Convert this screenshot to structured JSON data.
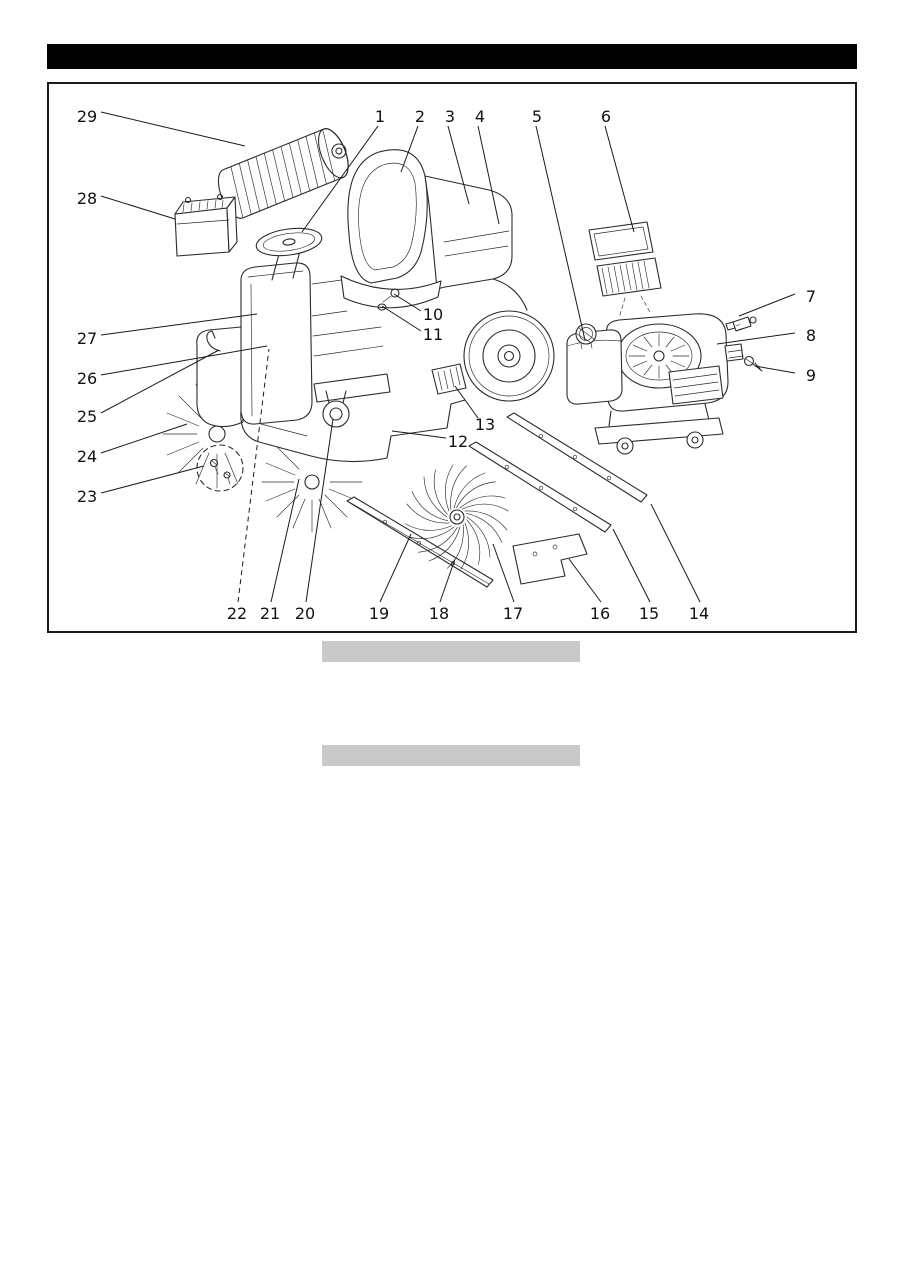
{
  "colors": {
    "paper": "#ffffff",
    "header": "#000000",
    "frame": "#1a1a1a",
    "ink": "#2b2b2b",
    "redacted": "#c9c9c9"
  },
  "diagram": {
    "callouts": [
      {
        "label": "1"
      },
      {
        "label": "2"
      },
      {
        "label": "3"
      },
      {
        "label": "4"
      },
      {
        "label": "5"
      },
      {
        "label": "6"
      },
      {
        "label": "7"
      },
      {
        "label": "8"
      },
      {
        "label": "9"
      },
      {
        "label": "10"
      },
      {
        "label": "11"
      },
      {
        "label": "12"
      },
      {
        "label": "13"
      },
      {
        "label": "14"
      },
      {
        "label": "15"
      },
      {
        "label": "16"
      },
      {
        "label": "17"
      },
      {
        "label": "18"
      },
      {
        "label": "19"
      },
      {
        "label": "20"
      },
      {
        "label": "21"
      },
      {
        "label": "22"
      },
      {
        "label": "23"
      },
      {
        "label": "24"
      },
      {
        "label": "25"
      },
      {
        "label": "26"
      },
      {
        "label": "27"
      },
      {
        "label": "28"
      },
      {
        "label": "29"
      }
    ]
  }
}
